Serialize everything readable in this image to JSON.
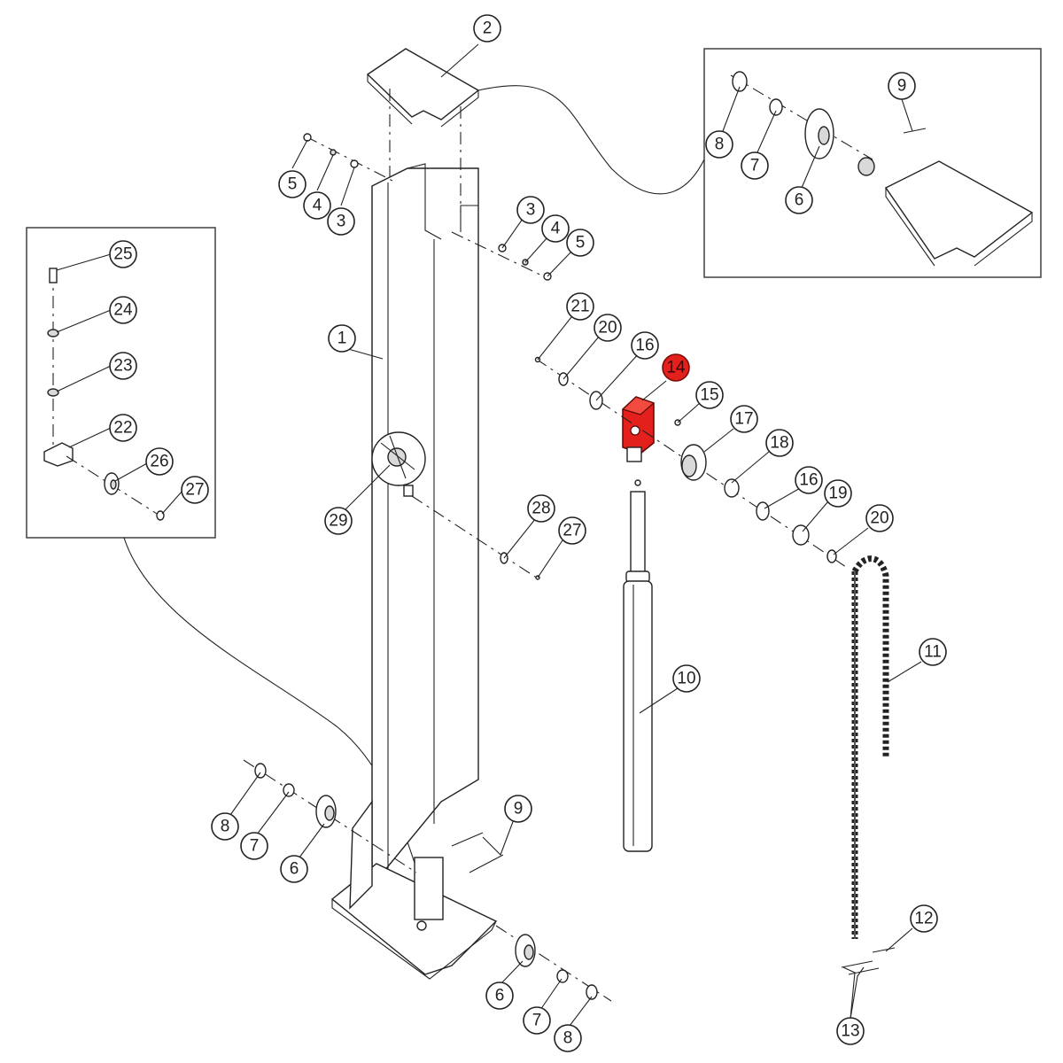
{
  "highlight_color": "#e3201b",
  "callouts": {
    "c1": "1",
    "c2": "2",
    "c3a": "3",
    "c4a": "4",
    "c5a": "5",
    "c3b": "3",
    "c4b": "4",
    "c5b": "5",
    "c6a": "6",
    "c7a": "7",
    "c8a": "8",
    "c9a": "9",
    "c6b": "6",
    "c7b": "7",
    "c8b": "8",
    "c9b": "9",
    "c6c": "6",
    "c7c": "7",
    "c8c": "8",
    "c10": "10",
    "c11": "11",
    "c12": "12",
    "c13": "13",
    "c14": "14",
    "c15": "15",
    "c16a": "16",
    "c16b": "16",
    "c17": "17",
    "c18": "18",
    "c19": "19",
    "c20a": "20",
    "c20b": "20",
    "c21": "21",
    "c22": "22",
    "c23": "23",
    "c24": "24",
    "c25": "25",
    "c26": "26",
    "c27a": "27",
    "c27b": "27",
    "c28": "28",
    "c29": "29"
  }
}
